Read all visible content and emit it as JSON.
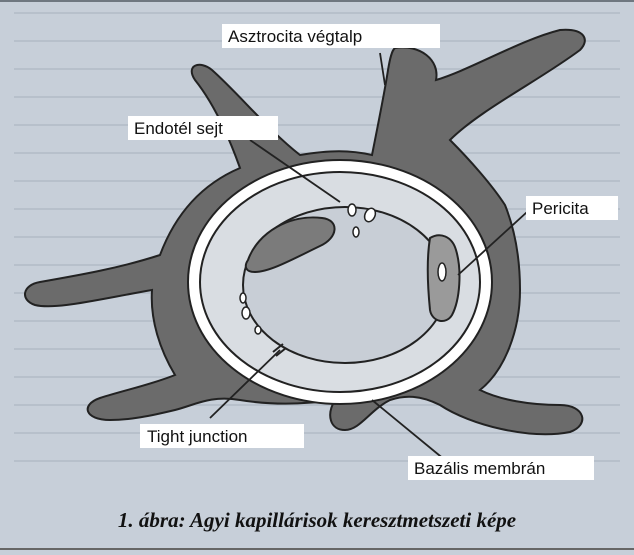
{
  "labels": {
    "astrocyte_endfoot": "Asztrocita végtalp",
    "endothelial_cell": "Endotél sejt",
    "pericyte": "Pericita",
    "tight_junction": "Tight junction",
    "basal_membrane": "Bazális membrán"
  },
  "caption": "1. ábra: Agyi kapillárisok keresztmetszeti képe",
  "colors": {
    "astrocyte": "#6b6b6b",
    "basal_membrane": "#ffffff",
    "lumen": "#c8ced6",
    "outline": "#222222",
    "pericyte": "#9a9a9a"
  }
}
